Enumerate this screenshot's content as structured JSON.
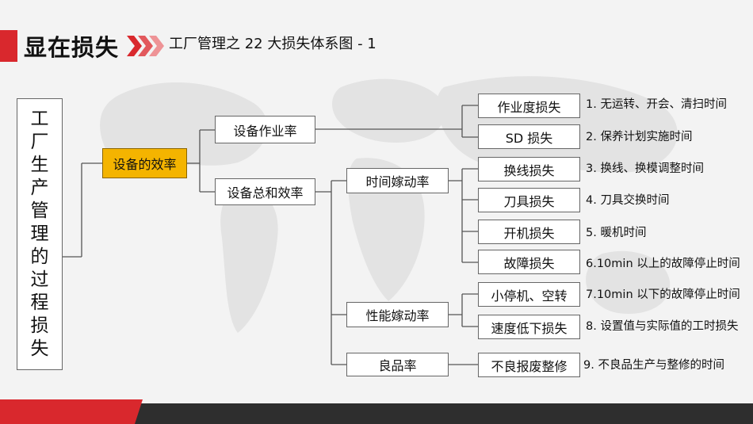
{
  "header": {
    "title": "显在损失",
    "subtitle": "工厂管理之 22 大损失体系图 - 1"
  },
  "colors": {
    "accent_red": "#d9282d",
    "highlight_yellow": "#f4b400",
    "footer_dark": "#2e2e2e"
  },
  "diagram": {
    "root": [
      "工",
      "厂",
      "生",
      "产",
      "管",
      "理",
      "的",
      "过",
      "程",
      "损",
      "失"
    ],
    "level1": "设备的效率",
    "level2": {
      "a": "设备作业率",
      "b": "设备总和效率"
    },
    "level3": {
      "time": "时间嫁动率",
      "perf": "性能嫁动率",
      "yield": "良品率"
    },
    "losses": [
      {
        "label": "作业度损失",
        "desc": "1. 无运转、开会、清扫时间"
      },
      {
        "label": "SD 损失",
        "desc": "2. 保养计划实施时间"
      },
      {
        "label": "换线损失",
        "desc": "3. 换线、换模调整时间"
      },
      {
        "label": "刀具损失",
        "desc": "4. 刀具交换时间"
      },
      {
        "label": "开机损失",
        "desc": "5. 暖机时间"
      },
      {
        "label": "故障损失",
        "desc": "6.10min 以上的故障停止时间"
      },
      {
        "label": "小停机、空转",
        "desc": "7.10min 以下的故障停止时间"
      },
      {
        "label": "速度低下损失",
        "desc": "8. 设置值与实际值的工时损失"
      },
      {
        "label": "不良报废整修",
        "desc": "9. 不良品生产与整修的时间"
      }
    ]
  }
}
